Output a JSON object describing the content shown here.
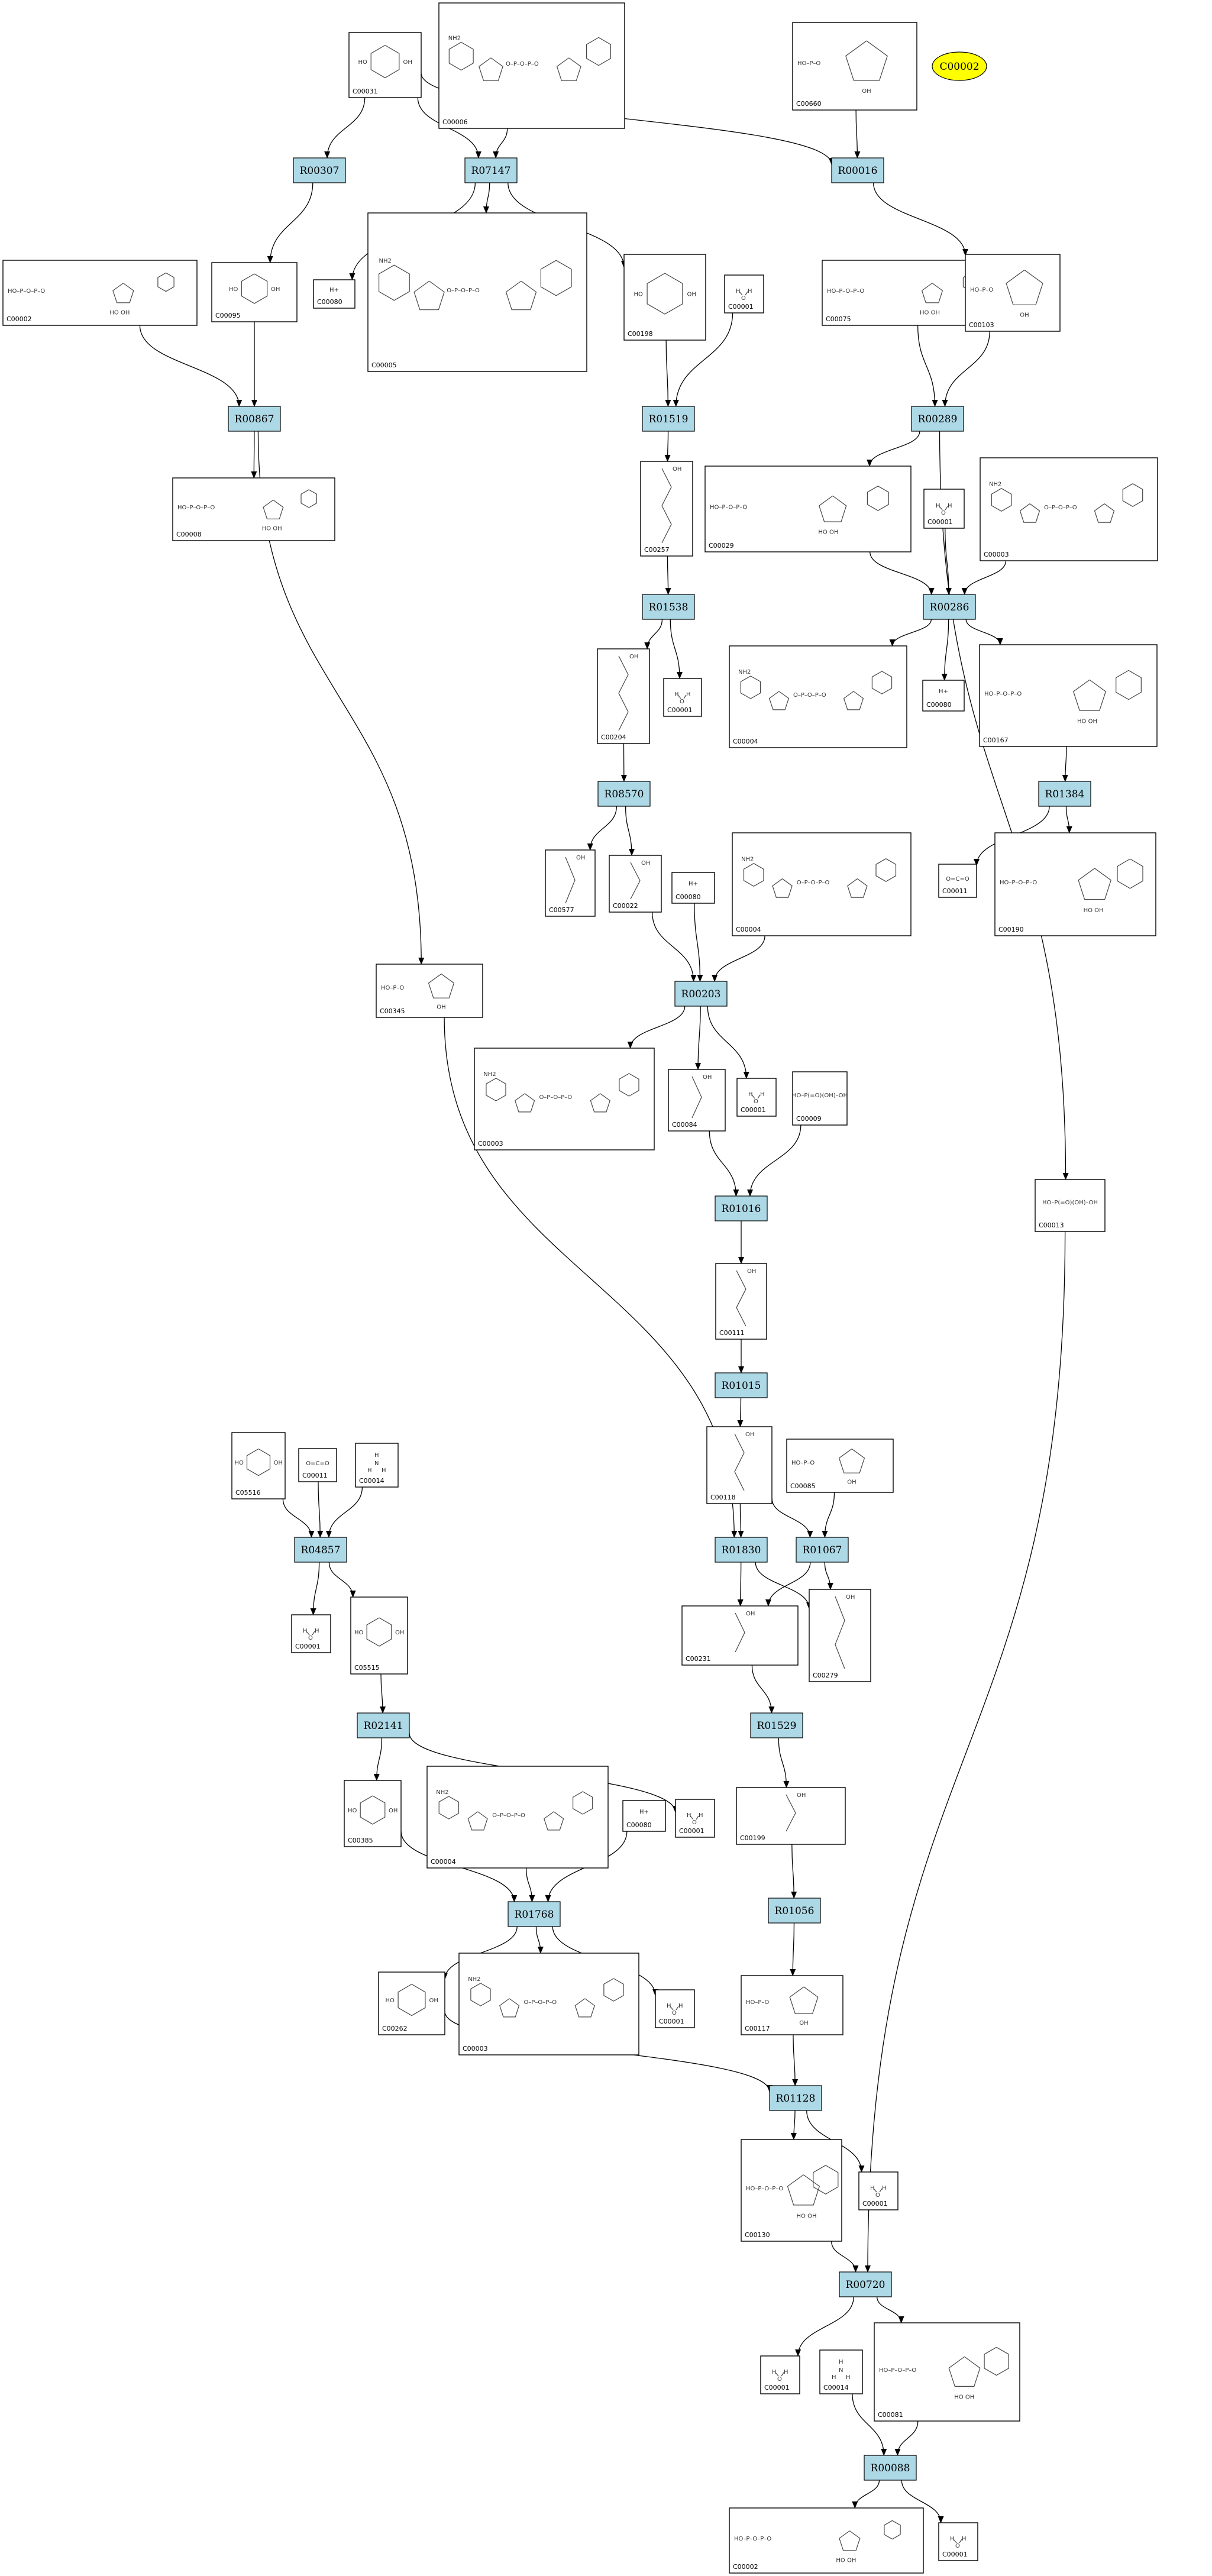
{
  "highlight": {
    "label": "C00002",
    "color": "#ffff00"
  },
  "reaction_color": "#add8e6",
  "reactions": [
    "R00307",
    "R07147",
    "R00016",
    "R00867",
    "R01519",
    "R00289",
    "R00286",
    "R01538",
    "R08570",
    "R01384",
    "R00203",
    "R01016",
    "R01015",
    "R04857",
    "R01830",
    "R01067",
    "R02141",
    "R01529",
    "R01768",
    "R01056",
    "R01128",
    "R00720",
    "R00088"
  ],
  "compounds": [
    {
      "id": "C00031",
      "label": "C00031",
      "glyph": "sugar-ring"
    },
    {
      "id": "C00006",
      "label": "C00006",
      "glyph": "dinucleotide"
    },
    {
      "id": "C00660",
      "label": "C00660",
      "glyph": "sugar-phosphate"
    },
    {
      "id": "C00080a",
      "label": "C00080",
      "formula": "H+",
      "glyph": "formula"
    },
    {
      "id": "C00005",
      "label": "C00005",
      "glyph": "dinucleotide"
    },
    {
      "id": "C00002a",
      "label": "C00002",
      "glyph": "nucleotide"
    },
    {
      "id": "C00095",
      "label": "C00095",
      "glyph": "sugar-ring"
    },
    {
      "id": "C00198",
      "label": "C00198",
      "glyph": "sugar-ring"
    },
    {
      "id": "C00001a",
      "label": "C00001",
      "glyph": "water"
    },
    {
      "id": "C00075",
      "label": "C00075",
      "glyph": "nucleotide"
    },
    {
      "id": "C00103",
      "label": "C00103",
      "glyph": "sugar-phosphate"
    },
    {
      "id": "C00008",
      "label": "C00008",
      "glyph": "nucleotide"
    },
    {
      "id": "C00257",
      "label": "C00257",
      "glyph": "chain"
    },
    {
      "id": "C00029",
      "label": "C00029",
      "glyph": "nucleotide"
    },
    {
      "id": "C00001b",
      "label": "C00001",
      "glyph": "water"
    },
    {
      "id": "C00003a",
      "label": "C00003",
      "glyph": "dinucleotide"
    },
    {
      "id": "C00204",
      "label": "C00204",
      "glyph": "chain"
    },
    {
      "id": "C00001c",
      "label": "C00001",
      "glyph": "water"
    },
    {
      "id": "C00004a",
      "label": "C00004",
      "glyph": "dinucleotide"
    },
    {
      "id": "C00080b",
      "label": "C00080",
      "formula": "H+",
      "glyph": "formula"
    },
    {
      "id": "C00167",
      "label": "C00167",
      "glyph": "nucleotide"
    },
    {
      "id": "C00577",
      "label": "C00577",
      "glyph": "chain"
    },
    {
      "id": "C00022",
      "label": "C00022",
      "glyph": "chain"
    },
    {
      "id": "C00080c",
      "label": "C00080",
      "formula": "H+",
      "glyph": "formula"
    },
    {
      "id": "C00004b",
      "label": "C00004",
      "glyph": "dinucleotide"
    },
    {
      "id": "C00011a",
      "label": "C00011",
      "glyph": "co2"
    },
    {
      "id": "C00190",
      "label": "C00190",
      "glyph": "nucleotide"
    },
    {
      "id": "C00345",
      "label": "C00345",
      "glyph": "sugar-phosphate"
    },
    {
      "id": "C00003b",
      "label": "C00003",
      "glyph": "dinucleotide"
    },
    {
      "id": "C00084",
      "label": "C00084",
      "glyph": "chain"
    },
    {
      "id": "C00001d",
      "label": "C00001",
      "glyph": "water"
    },
    {
      "id": "C00009",
      "label": "C00009",
      "glyph": "phosphate"
    },
    {
      "id": "C00013",
      "label": "C00013",
      "glyph": "phosphate"
    },
    {
      "id": "C00111",
      "label": "C00111",
      "glyph": "chain"
    },
    {
      "id": "C00118",
      "label": "C00118",
      "glyph": "chain"
    },
    {
      "id": "C00085",
      "label": "C00085",
      "glyph": "sugar-phosphate"
    },
    {
      "id": "C05516",
      "label": "C05516",
      "glyph": "ring"
    },
    {
      "id": "C00011b",
      "label": "C00011",
      "glyph": "co2"
    },
    {
      "id": "C00014a",
      "label": "C00014",
      "glyph": "ammonia"
    },
    {
      "id": "C00001e",
      "label": "C00001",
      "glyph": "water"
    },
    {
      "id": "C05515",
      "label": "C05515",
      "glyph": "ring"
    },
    {
      "id": "C00231",
      "label": "C00231",
      "glyph": "chain"
    },
    {
      "id": "C00279",
      "label": "C00279",
      "glyph": "chain"
    },
    {
      "id": "C00385",
      "label": "C00385",
      "glyph": "ring"
    },
    {
      "id": "C00004c",
      "label": "C00004",
      "glyph": "dinucleotide"
    },
    {
      "id": "C00080d",
      "label": "C00080",
      "formula": "H+",
      "glyph": "formula"
    },
    {
      "id": "C00001f",
      "label": "C00001",
      "glyph": "water"
    },
    {
      "id": "C00199",
      "label": "C00199",
      "glyph": "chain"
    },
    {
      "id": "C00262",
      "label": "C00262",
      "glyph": "ring"
    },
    {
      "id": "C00003c",
      "label": "C00003",
      "glyph": "dinucleotide"
    },
    {
      "id": "C00001g",
      "label": "C00001",
      "glyph": "water"
    },
    {
      "id": "C00117",
      "label": "C00117",
      "glyph": "sugar-phosphate"
    },
    {
      "id": "C00130",
      "label": "C00130",
      "glyph": "nucleotide"
    },
    {
      "id": "C00001h",
      "label": "C00001",
      "glyph": "water"
    },
    {
      "id": "C00001i",
      "label": "C00001",
      "glyph": "water"
    },
    {
      "id": "C00014b",
      "label": "C00014",
      "glyph": "ammonia"
    },
    {
      "id": "C00081",
      "label": "C00081",
      "glyph": "nucleotide"
    },
    {
      "id": "C00002b",
      "label": "C00002",
      "glyph": "nucleotide"
    },
    {
      "id": "C00001j",
      "label": "C00001",
      "glyph": "water"
    }
  ],
  "edges": [
    [
      "C00031",
      "R00307"
    ],
    [
      "C00031",
      "R07147"
    ],
    [
      "C00031",
      "R00016"
    ],
    [
      "C00006",
      "R07147"
    ],
    [
      "C00660",
      "R00016"
    ],
    [
      "R00307",
      "C00095"
    ],
    [
      "R07147",
      "C00080a"
    ],
    [
      "R07147",
      "C00005"
    ],
    [
      "R07147",
      "C00198"
    ],
    [
      "C00002a",
      "R00867"
    ],
    [
      "C00095",
      "R00867"
    ],
    [
      "C00198",
      "R01519"
    ],
    [
      "C00001a",
      "R01519"
    ],
    [
      "R00016",
      "C00103"
    ],
    [
      "C00075",
      "R00289"
    ],
    [
      "C00103",
      "R00289"
    ],
    [
      "R00867",
      "C00008"
    ],
    [
      "R01519",
      "C00257"
    ],
    [
      "R00289",
      "C00029"
    ],
    [
      "C00257",
      "R01538"
    ],
    [
      "C00029",
      "R00286"
    ],
    [
      "C00001b",
      "R00286"
    ],
    [
      "C00003a",
      "R00286"
    ],
    [
      "R01538",
      "C00204"
    ],
    [
      "R01538",
      "C00001c"
    ],
    [
      "R00286",
      "C00004a"
    ],
    [
      "R00286",
      "C00080b"
    ],
    [
      "R00286",
      "C00167"
    ],
    [
      "C00204",
      "R08570"
    ],
    [
      "R08570",
      "C00577"
    ],
    [
      "R08570",
      "C00022"
    ],
    [
      "C00167",
      "R01384"
    ],
    [
      "R01384",
      "C00011a"
    ],
    [
      "R01384",
      "C00190"
    ],
    [
      "R00867",
      "C00345"
    ],
    [
      "C00022",
      "R00203"
    ],
    [
      "C00080c",
      "R00203"
    ],
    [
      "C00004b",
      "R00203"
    ],
    [
      "R00203",
      "C00003b"
    ],
    [
      "R00203",
      "C00084"
    ],
    [
      "R00203",
      "C00001d"
    ],
    [
      "R00289",
      "C00013"
    ],
    [
      "C00084",
      "R01016"
    ],
    [
      "C00009",
      "R01016"
    ],
    [
      "R01016",
      "C00111"
    ],
    [
      "C00111",
      "R01015"
    ],
    [
      "R01015",
      "C00118"
    ],
    [
      "C00345",
      "R01830"
    ],
    [
      "C00118",
      "R01830"
    ],
    [
      "C00118",
      "R01067"
    ],
    [
      "C00085",
      "R01067"
    ],
    [
      "C05516",
      "R04857"
    ],
    [
      "C00011b",
      "R04857"
    ],
    [
      "C00014a",
      "R04857"
    ],
    [
      "R04857",
      "C00001e"
    ],
    [
      "R04857",
      "C05515"
    ],
    [
      "R01830",
      "C00231"
    ],
    [
      "R01830",
      "C00279"
    ],
    [
      "R01067",
      "C00231"
    ],
    [
      "R01067",
      "C00279"
    ],
    [
      "C05515",
      "R02141"
    ],
    [
      "C00231",
      "R01529"
    ],
    [
      "R02141",
      "C00385"
    ],
    [
      "R02141",
      "C00001f"
    ],
    [
      "R01529",
      "C00199"
    ],
    [
      "C00385",
      "R01768"
    ],
    [
      "C00004c",
      "R01768"
    ],
    [
      "C00080d",
      "R01768"
    ],
    [
      "C00199",
      "R01056"
    ],
    [
      "R01768",
      "C00262"
    ],
    [
      "R01768",
      "C00003c"
    ],
    [
      "R01768",
      "C00001g"
    ],
    [
      "R01056",
      "C00117"
    ],
    [
      "C00262",
      "R01128"
    ],
    [
      "C00117",
      "R01128"
    ],
    [
      "R01128",
      "C00130"
    ],
    [
      "R01128",
      "C00001h"
    ],
    [
      "C00130",
      "R00720"
    ],
    [
      "C00013",
      "R00720"
    ],
    [
      "R00720",
      "C00001i"
    ],
    [
      "R00720",
      "C00081"
    ],
    [
      "C00014b",
      "R00088"
    ],
    [
      "C00081",
      "R00088"
    ],
    [
      "R00088",
      "C00002b"
    ],
    [
      "R00088",
      "C00001j"
    ]
  ]
}
